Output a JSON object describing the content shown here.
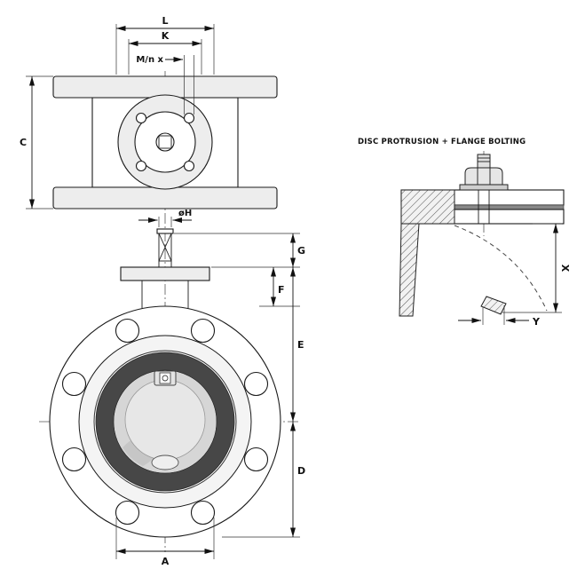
{
  "top_view": {
    "dim_l": "L",
    "dim_k": "K",
    "dim_bolt_pattern": "M/n x",
    "dim_c": "C",
    "dim_stem_diameter": "øH"
  },
  "front_view": {
    "dim_g": "G",
    "dim_f": "F",
    "dim_e": "E",
    "dim_d": "D",
    "dim_a": "A"
  },
  "detail_view": {
    "title": "DISC PROTRUSION + FLANGE BOLTING",
    "dim_x": "X",
    "dim_y": "Y"
  },
  "colors": {
    "line": "#1a1a1a",
    "fill_light": "#ededed",
    "seat_ring": "#474747",
    "gasket": "#888888"
  }
}
